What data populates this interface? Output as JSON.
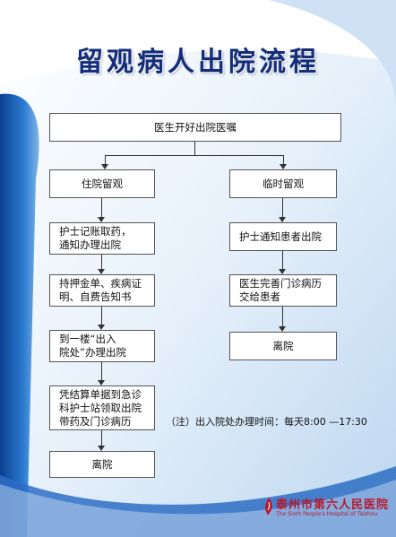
{
  "title": "留观病人出院流程",
  "nodes": {
    "start": "医生开好出院医嘱",
    "left_branch": "住院留观",
    "right_branch": "临时留观",
    "left_step1": "护士记账取药，\n通知办理出院",
    "left_step2": "持押金单、疾病证\n明、自费告知书",
    "left_step3": "到一楼“出入\n院处”办理出院",
    "left_step4": "凭结算单据到急诊\n科护士站领取出院\n带药及门诊病历",
    "left_end": "离院",
    "right_step1": "护士通知患者出院",
    "right_step2": "医生完善门诊病历\n交给患者",
    "right_end": "离院"
  },
  "note": "（注）出入院处办理时间：每天8:00 —17:30",
  "logo": {
    "name_cn": "泰州市第六人民医院",
    "name_en": "The Sixth People's Hospital of Taizhou"
  },
  "colors": {
    "title": "#142d7a",
    "background_blue": "#1f5fb5",
    "logo_red": "#b8182a"
  }
}
